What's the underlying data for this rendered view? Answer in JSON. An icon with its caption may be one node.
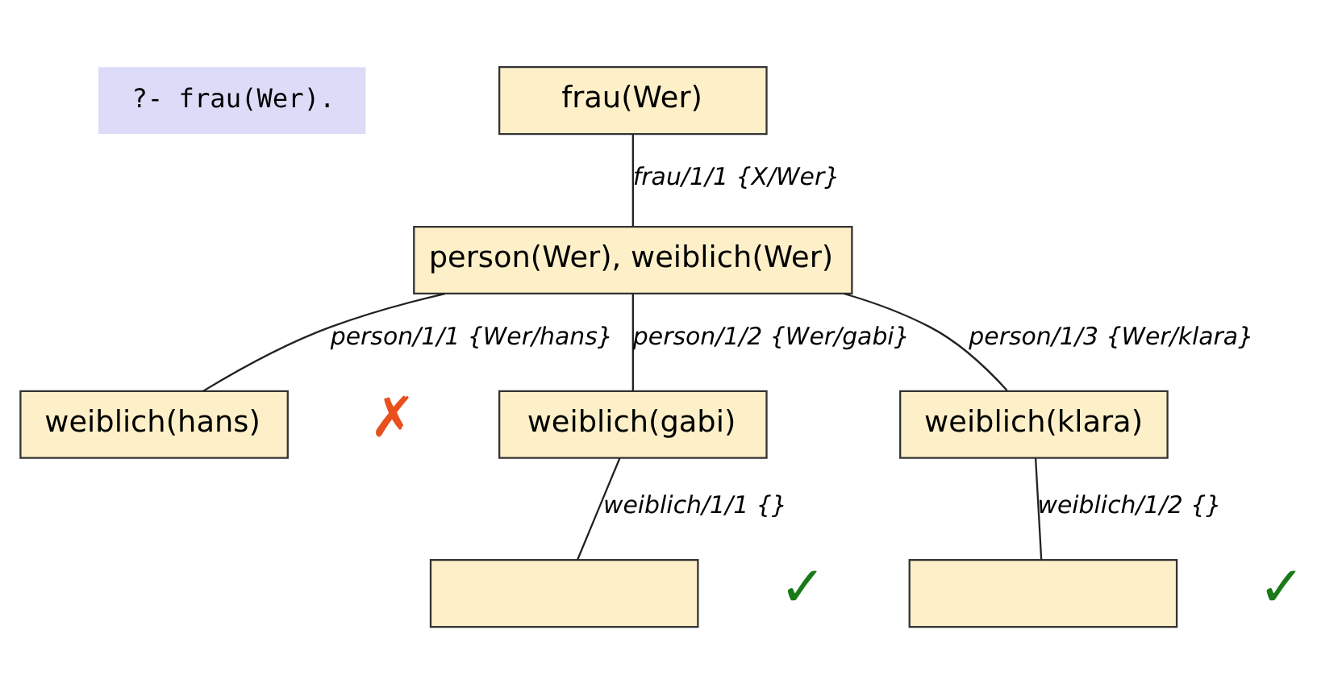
{
  "diagram": {
    "nodes": [
      {
        "text": [
          "frau(Wer)"
        ]
      },
      {
        "text": [
          "person(Wer), weiblich(Wer)"
        ]
      },
      {
        "text": [
          "weiblich(hans)"
        ],
        "beside": [
          "✗"
        ]
      },
      {
        "text": [
          "weiblich(gabi)"
        ]
      },
      {
        "text": [
          "weiblich(klara)"
        ]
      },
      {
        "text": [],
        "shape": "box",
        "beside": [
          "✓"
        ]
      },
      {
        "text": [],
        "shape": "box",
        "beside": [
          "✓"
        ]
      }
    ],
    "edges": [
      {
        "from": 0,
        "to": 1,
        "arrow": "none",
        "label": "frau/1/1 {X/Wer}"
      },
      {
        "from": 1,
        "to": 2,
        "arrow": "none",
        "label": "person/1/1 {Wer/hans}"
      },
      {
        "from": 1,
        "to": 3,
        "arrow": "none",
        "label": "person/1/2 {Wer/gabi}"
      },
      {
        "from": 1,
        "to": 4,
        "arrow": "none",
        "label": "person/1/3 {Wer/klara}"
      },
      {
        "from": 3,
        "to": 5,
        "arrow": "none",
        "label": "weiblich/1/1 {}"
      },
      {
        "from": 4,
        "to": 6,
        "arrow": "none",
        "label": "weiblich/1/2 {}"
      }
    ],
    "labels": [
      "?- frau(Wer)."
    ]
  }
}
